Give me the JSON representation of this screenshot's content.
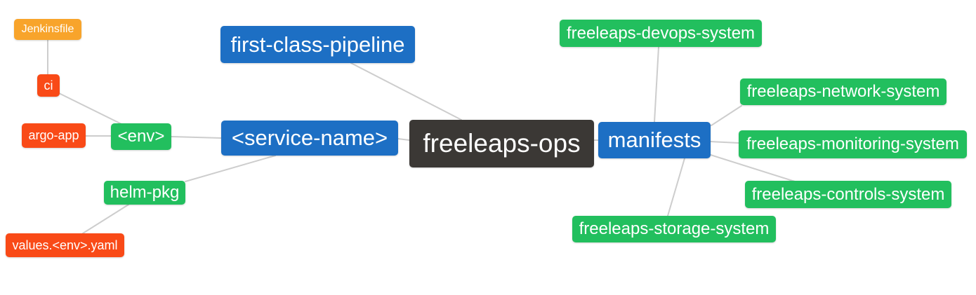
{
  "colors": {
    "dark": "#3b3835",
    "blue": "#1d6fc4",
    "green": "#22bf5e",
    "red": "#f94a17",
    "orange": "#f8a42b",
    "edge": "#cdcdcd",
    "text": "#ffffff",
    "background": "#ffffff"
  },
  "nodes": {
    "root": {
      "label": "freeleaps-ops"
    },
    "first_class_pipeline": {
      "label": "first-class-pipeline"
    },
    "service_name": {
      "label": "<service-name>"
    },
    "manifests": {
      "label": "manifests"
    },
    "env": {
      "label": "<env>"
    },
    "helm_pkg": {
      "label": "helm-pkg"
    },
    "ci": {
      "label": "ci"
    },
    "argo_app": {
      "label": "argo-app"
    },
    "jenkinsfile": {
      "label": "Jenkinsfile"
    },
    "values_env_yaml": {
      "label": "values.<env>.yaml"
    },
    "devops_system": {
      "label": "freeleaps-devops-system"
    },
    "network_system": {
      "label": "freeleaps-network-system"
    },
    "monitoring_system": {
      "label": "freeleaps-monitoring-system"
    },
    "controls_system": {
      "label": "freeleaps-controls-system"
    },
    "storage_system": {
      "label": "freeleaps-storage-system"
    }
  },
  "edges": [
    {
      "from": "root",
      "to": "first_class_pipeline"
    },
    {
      "from": "root",
      "to": "service_name"
    },
    {
      "from": "root",
      "to": "manifests"
    },
    {
      "from": "service_name",
      "to": "env"
    },
    {
      "from": "service_name",
      "to": "helm_pkg"
    },
    {
      "from": "env",
      "to": "ci"
    },
    {
      "from": "env",
      "to": "argo_app"
    },
    {
      "from": "ci",
      "to": "jenkinsfile"
    },
    {
      "from": "helm_pkg",
      "to": "values_env_yaml"
    },
    {
      "from": "manifests",
      "to": "devops_system"
    },
    {
      "from": "manifests",
      "to": "network_system"
    },
    {
      "from": "manifests",
      "to": "monitoring_system"
    },
    {
      "from": "manifests",
      "to": "controls_system"
    },
    {
      "from": "manifests",
      "to": "storage_system"
    }
  ]
}
